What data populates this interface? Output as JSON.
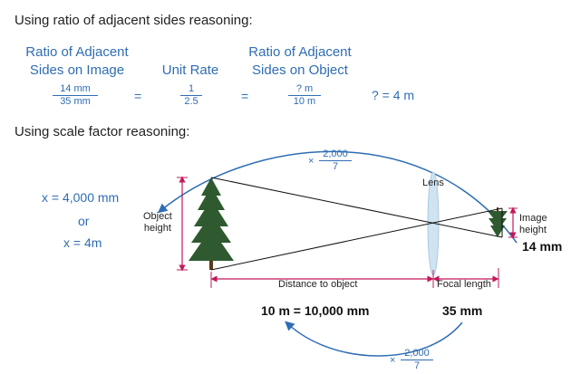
{
  "headings": {
    "ratio": "Using ratio of adjacent sides reasoning:",
    "scale": "Using scale factor reasoning:"
  },
  "ratio_table": {
    "col_image": [
      "Ratio of Adjacent",
      "Sides on Image"
    ],
    "col_unit": "Unit Rate",
    "col_object": [
      "Ratio of Adjacent",
      "Sides on Object"
    ],
    "frac_image": {
      "num": "14 mm",
      "den": "35 mm"
    },
    "frac_unit": {
      "num": "1",
      "den": "2.5"
    },
    "frac_object": {
      "num": "? m",
      "den": "10 m"
    },
    "equals": "=",
    "answer": "? = 4 m"
  },
  "diagram": {
    "top_factor": {
      "times": "×",
      "num": "2,000",
      "den": "7"
    },
    "bottom_factor": {
      "times": "×",
      "num": "2,000",
      "den": "7"
    },
    "result_lines": [
      "x = 4,000 mm",
      "or",
      "x = 4m"
    ],
    "object_height_label": [
      "Object",
      "height"
    ],
    "image_height_label": [
      "Image",
      "height"
    ],
    "lens_label": "Lens",
    "image_height_value": "14 mm",
    "distance_label": "Distance to object",
    "focal_label": "Focal length",
    "distance_value": "10 m = 10,000 mm",
    "focal_value": "35 mm",
    "colors": {
      "blue": "#2f6db3",
      "magenta": "#c2185b",
      "tree": "#2f5a2f",
      "lens": "#cfe3f1"
    }
  }
}
